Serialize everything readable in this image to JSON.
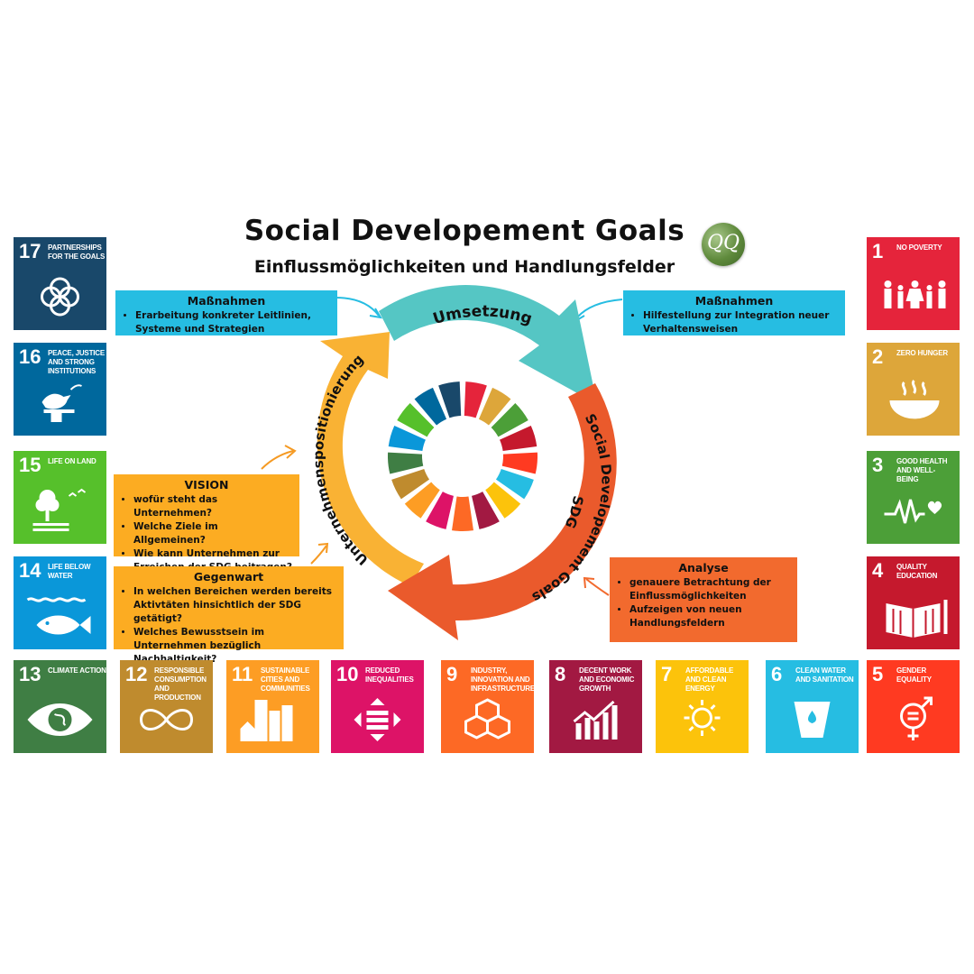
{
  "header": {
    "title": "Social Developement Goals",
    "subtitle": "Einflussmöglichkeiten und Handlungsfelder",
    "logo_text": "QQ"
  },
  "cycle": {
    "top": "Umsetzung",
    "right": "Social Developement Goals",
    "right_sub": "SDG",
    "left": "Unternehmenspositionierung"
  },
  "boxes": {
    "massnahmen_left": {
      "title": "Maßnahmen",
      "items": [
        "Erarbeitung konkreter Leitlinien, Systeme und Strategien"
      ]
    },
    "massnahmen_right": {
      "title": "Maßnahmen",
      "items": [
        "Hilfestellung zur Integration neuer Verhaltensweisen"
      ]
    },
    "vision": {
      "title": "VISION",
      "items": [
        "wofür steht das Unternehmen?",
        "Welche Ziele im Allgemeinen?",
        "Wie kann Unternehmen zur Erreichen der SDG beitragen?"
      ]
    },
    "gegenwart": {
      "title": "Gegenwart",
      "items": [
        "In welchen Bereichen werden bereits Aktivtäten hinsichtlich der SDG getätigt?",
        "Welches Bewusstsein im Unternehmen bezüglich Nachhaltigkeit?"
      ]
    },
    "analyse": {
      "title": "Analyse",
      "items": [
        "genauere Betrachtung der Einflussmöglichkeiten",
        "Aufzeigen von neuen Handlungsfeldern"
      ]
    }
  },
  "sdg_tiles": [
    {
      "num": "1",
      "label": "No Poverty",
      "color": "#e5243b",
      "icon": "people-icon"
    },
    {
      "num": "2",
      "label": "Zero Hunger",
      "color": "#dda63a",
      "icon": "bowl-icon"
    },
    {
      "num": "3",
      "label": "Good Health and Well-Being",
      "color": "#4c9f38",
      "icon": "heartbeat-icon"
    },
    {
      "num": "4",
      "label": "Quality Education",
      "color": "#c5192d",
      "icon": "book-icon"
    },
    {
      "num": "5",
      "label": "Gender Equality",
      "color": "#ff3a21",
      "icon": "gender-icon"
    },
    {
      "num": "6",
      "label": "Clean Water and Sanitation",
      "color": "#26bde2",
      "icon": "water-icon"
    },
    {
      "num": "7",
      "label": "Affordable and Clean Energy",
      "color": "#fcc30b",
      "icon": "sun-icon"
    },
    {
      "num": "8",
      "label": "Decent Work and Economic Growth",
      "color": "#a21942",
      "icon": "growth-chart-icon"
    },
    {
      "num": "9",
      "label": "Industry, Innovation and Infrastructure",
      "color": "#fd6925",
      "icon": "cubes-icon"
    },
    {
      "num": "10",
      "label": "Reduced Inequalities",
      "color": "#dd1367",
      "icon": "equal-arrows-icon"
    },
    {
      "num": "11",
      "label": "Sustainable Cities and Communities",
      "color": "#fd9d24",
      "icon": "city-icon"
    },
    {
      "num": "12",
      "label": "Responsible Consumption and Production",
      "color": "#bf8b2e",
      "icon": "infinity-icon"
    },
    {
      "num": "13",
      "label": "Climate Action",
      "color": "#3f7e44",
      "icon": "eye-globe-icon"
    },
    {
      "num": "14",
      "label": "Life Below Water",
      "color": "#0a97d9",
      "icon": "fish-icon"
    },
    {
      "num": "15",
      "label": "Life on Land",
      "color": "#56c02b",
      "icon": "tree-icon"
    },
    {
      "num": "16",
      "label": "Peace, Justice and Strong Institutions",
      "color": "#00689d",
      "icon": "dove-icon"
    },
    {
      "num": "17",
      "label": "Partnerships for the Goals",
      "color": "#19486a",
      "icon": "rings-icon"
    }
  ],
  "colors": {
    "arc_top": "#55c6c4",
    "arc_right": "#ea5a2c",
    "arc_left": "#f9b234",
    "box_blue": "#26bde2",
    "box_orange": "#fcac22",
    "box_red": "#f26a2e"
  }
}
